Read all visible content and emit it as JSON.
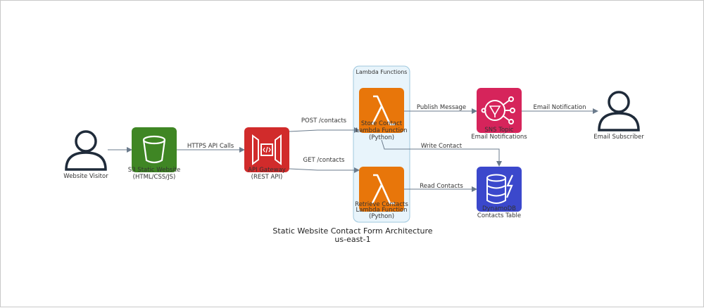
{
  "diagram": {
    "title": "Static Website Contact Form Architecture",
    "subtitle": "us-east-1",
    "cluster_label": "Lambda Functions",
    "colors": {
      "s3": "#3f8624",
      "apigw": "#d12b2b",
      "lambda": "#e8760a",
      "sns": "#d6245b",
      "dynamodb": "#3b48cc",
      "user": "#1f2b3a",
      "edge": "#6b7b8c",
      "cluster_fill": "#e8f4fb",
      "cluster_stroke": "#9fc7de"
    },
    "nodes": {
      "visitor": {
        "label1": "Website Visitor",
        "icon": "user-icon"
      },
      "s3": {
        "label1": "S3 Static Website",
        "label2": "(HTML/CSS/JS)",
        "icon": "s3-bucket-icon"
      },
      "apigw": {
        "label1": "API Gateway",
        "label2": "(REST API)",
        "icon": "api-gateway-icon"
      },
      "store_fn": {
        "label1": "Store Contact",
        "label2": "Lambda Function",
        "label3": "(Python)",
        "icon": "lambda-icon"
      },
      "retrieve_fn": {
        "label1": "Retrieve Contacts",
        "label2": "Lambda Function",
        "label3": "(Python)",
        "icon": "lambda-icon"
      },
      "sns": {
        "label1": "SNS Topic",
        "label2": "Email Notifications",
        "icon": "sns-topic-icon"
      },
      "dynamodb": {
        "label1": "DynamoDB",
        "label2": "Contacts Table",
        "icon": "dynamodb-icon"
      },
      "subscriber": {
        "label1": "Email Subscriber",
        "icon": "user-icon"
      }
    },
    "edges": {
      "https": "HTTPS API Calls",
      "post": "POST /contacts",
      "get": "GET /contacts",
      "publish": "Publish Message",
      "write": "Write Contact",
      "read": "Read Contacts",
      "email": "Email Notification"
    }
  }
}
